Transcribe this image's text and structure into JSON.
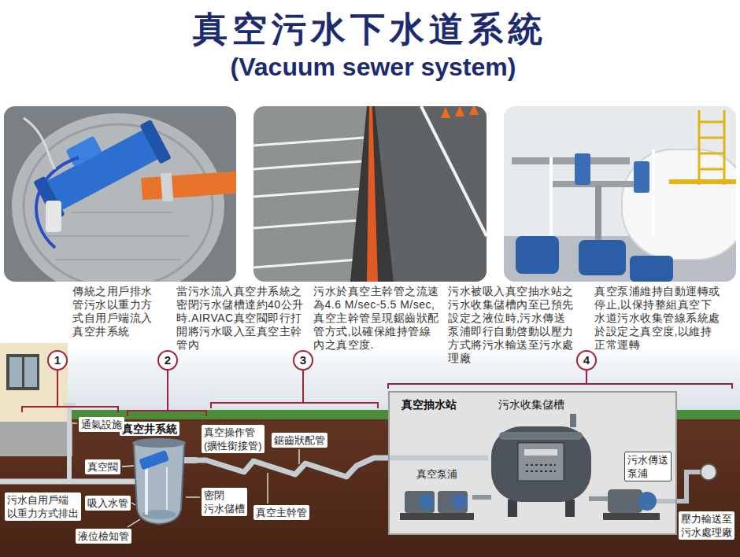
{
  "diagram": {
    "title": "真空污水下水道系統",
    "nodes": [
      {
        "text": [
          "真空井系統"
        ]
      },
      {
        "text": [
          "真空抽水站"
        ]
      },
      {
        "text": [
          "污水收集儲槽"
        ],
        "in": 1
      }
    ],
    "edges": [
      {
        "from": 0,
        "to": 2,
        "arrow": "none"
      }
    ],
    "labels": [
      "(Vacuum sewer system)",
      "傳統之用戶排水 管污水以重力方 式自用戶端流入 真空井系統",
      "當污水流入真空井系統之 密閉污水儲槽達約40公升 時.AIRVAC真空閥即行打 開將污水吸入至真空主幹 管內",
      "污水於真空主幹管之流速 為4.6 M/sec-5.5 M/sec, 真空主幹管呈現鋸齒狀配 管方式,以確保維持管線 內之真空度.",
      "污水被吸入真空抽水站之 污水收集儲槽內至已預先 設定之液位時,污水傳送 泵浦即行自動啓動以壓力 方式將污水輸送至污水處 理廠",
      "真空泵浦維持自動運轉或 停止,以保持整組真空下 水道污水收集管線系統處 於設定之真空度,以維持 正常運轉",
      "1",
      "2",
      "3",
      "4",
      "通氣設施",
      "真空閥",
      "吸入水管",
      "液位檢知管",
      "污水自用戶端 以重力方式排出",
      "真空操作管 (擴性銜接管)",
      "密閉 污水儲槽",
      "鋸齒狀配管",
      "真空主幹管",
      "真空泵浦",
      "污水傳送 泵浦",
      "壓力輸送至 污水處理廠"
    ]
  }
}
